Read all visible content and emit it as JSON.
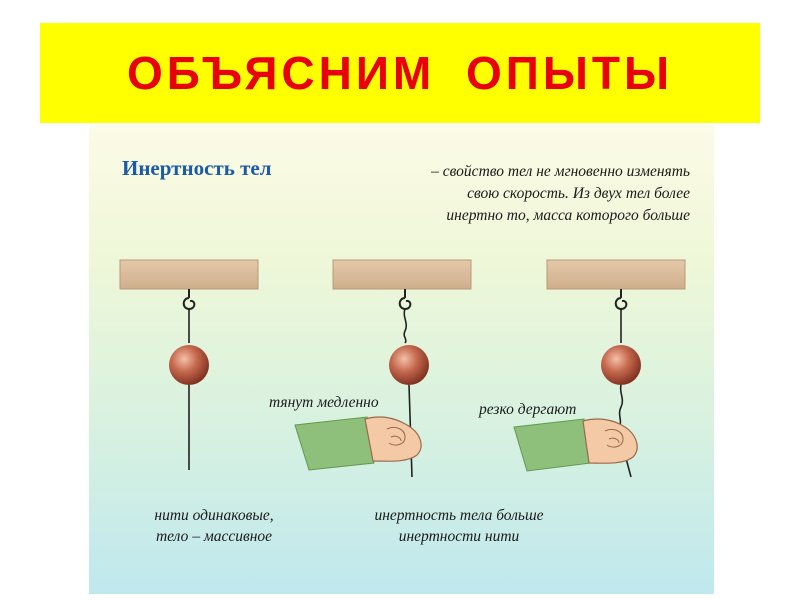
{
  "title": "ОБЪЯСНИМ  ОПЫТЫ",
  "definition": {
    "term": "Инертность тел",
    "text_line1": "– свойство тел не мгновенно изменять",
    "text_line2": "свою скорость. Из двух тел более",
    "text_line3": "инертно то, масса которого больше"
  },
  "labels": {
    "pull_slow": "тянут медленно",
    "jerk_sharp": "резко дергают"
  },
  "captions": {
    "left_line1": "нити одинаковые,",
    "left_line2": "тело – массивное",
    "center_line1": "инертность тела больше",
    "center_line2": "инертности нити"
  },
  "colors": {
    "title_bg": "#ffff00",
    "title_text": "#e8000b",
    "term": "#1a5aa8",
    "beam": "#dbbd9c",
    "ball": "#b5563f",
    "sleeve": "#8ec07c",
    "hand": "#f3c9a6"
  }
}
